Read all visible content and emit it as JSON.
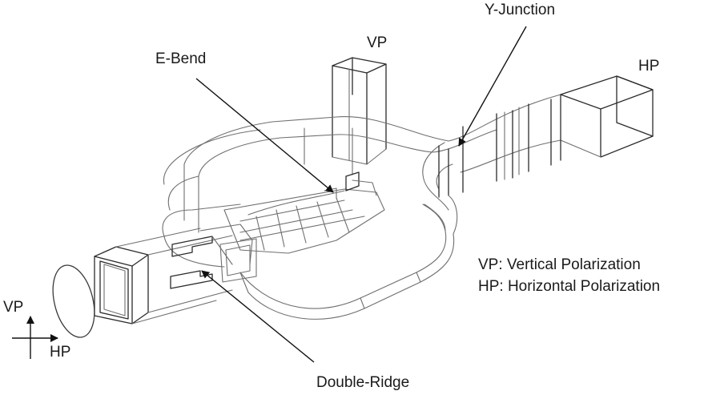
{
  "labels": {
    "y_junction": "Y-Junction",
    "vp_top": "VP",
    "hp_right": "HP",
    "e_bend": "E-Bend",
    "legend_vp": "VP: Vertical Polarization",
    "legend_hp": "HP: Horizontal Polarization",
    "axis_vp": "VP",
    "axis_hp": "HP",
    "double_ridge": "Double-Ridge"
  }
}
